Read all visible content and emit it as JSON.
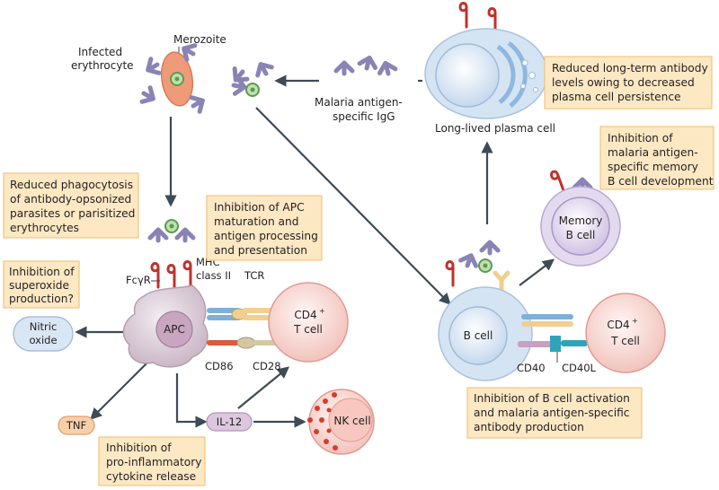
{
  "labels": {
    "infected_erythrocyte": [
      "Infected",
      "erythrocyte"
    ],
    "merozoite": "Merozoite",
    "malaria_igg": [
      "Malaria antigen-",
      "specific IgG"
    ],
    "long_lived_plasma_cell": "Long-lived plasma cell",
    "memory_b_cell": [
      "Memory",
      "B cell"
    ],
    "apc": "APC",
    "fcgr": "FcγR",
    "mhc_class_ii": [
      "MHC",
      "class II"
    ],
    "tcr": "TCR",
    "cd4_t_cell": [
      "CD4",
      "+",
      "T cell"
    ],
    "cd86": "CD86",
    "cd28": "CD28",
    "nitric_oxide": [
      "Nitric",
      "oxide"
    ],
    "tnf": "TNF",
    "il12": "IL-12",
    "nk_cell": "NK cell",
    "b_cell": "B cell",
    "cd4_t_cell_right": [
      "CD4",
      "+",
      "T cell"
    ],
    "cd40": "CD40",
    "cd40l": "CD40L"
  },
  "boxes": {
    "reduced_antibody": [
      "Reduced long-term antibody",
      "levels owing to decreased",
      "plasma cell persistence"
    ],
    "memory_inhibition": [
      "Inhibition of",
      "malaria antigen-",
      "specific memory",
      "B cell development"
    ],
    "phagocytosis": [
      "Reduced phagocytosis",
      "of antibody-opsonized",
      "parasites or parisitized",
      "erythrocytes"
    ],
    "apc_maturation": [
      "Inhibition of APC",
      "maturation and",
      "antigen processing",
      "and presentation"
    ],
    "superoxide": [
      "Inhibition of",
      "superoxide",
      "production?"
    ],
    "b_cell_activation": [
      "Inhibition of B cell activation",
      "and malaria antigen-specific",
      "antibody production"
    ],
    "cytokine": [
      "Inhibition of",
      "pro-inflammatory",
      "cytokine release"
    ]
  },
  "colors": {
    "box_fill": "#fde8c4",
    "box_stroke": "#f2c57c",
    "antibody": "#8a84b5",
    "receptor_red": "#c0322b",
    "arrow": "#3e4b55",
    "b_cell": "#d5e4f3",
    "plasma_cell": "#d5e4f3",
    "memory_cell": "#d9cde8",
    "t_cell": "#f6d3cf",
    "apc": "#cdb9c9",
    "nk_cell": "#f6d3cf",
    "nitric_oxide_fill": "#d9e6f4",
    "tnf_fill": "#f8cfa9",
    "il12_fill": "#ddc7e0"
  }
}
